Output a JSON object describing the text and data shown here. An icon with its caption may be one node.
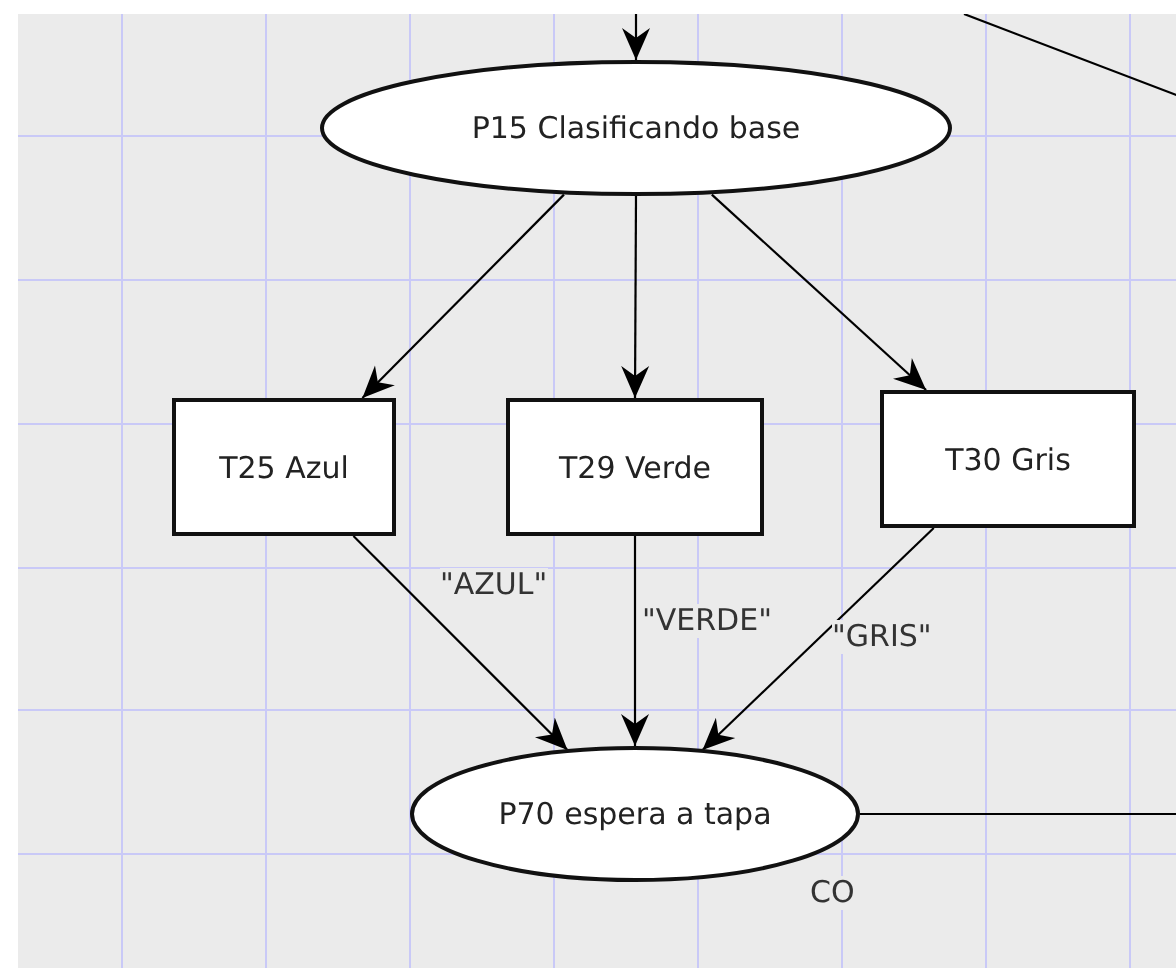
{
  "diagram": {
    "nodes": [
      {
        "text": [
          "P15 Clasificando base"
        ]
      },
      {
        "text": [
          "T25 Azul"
        ]
      },
      {
        "text": [
          "T29 Verde"
        ]
      },
      {
        "text": [
          "T30 Gris"
        ]
      },
      {
        "text": [
          "P70 espera a tapa"
        ],
        "beside": [
          "CO"
        ]
      }
    ],
    "edges": [
      {
        "from": null,
        "to": 0,
        "arrow": "to"
      },
      {
        "from": 0,
        "to": 1,
        "arrow": "to"
      },
      {
        "from": 0,
        "to": 2,
        "arrow": "to"
      },
      {
        "from": 0,
        "to": 3,
        "arrow": "to"
      },
      {
        "from": 1,
        "to": 4,
        "arrow": "to",
        "label": "\"AZUL\""
      },
      {
        "from": 2,
        "to": 4,
        "arrow": "to",
        "label": "\"VERDE\""
      },
      {
        "from": 3,
        "to": 4,
        "arrow": "to",
        "label": "\"GRIS\""
      },
      {
        "from": 4,
        "to": null,
        "arrow": "none"
      }
    ]
  }
}
